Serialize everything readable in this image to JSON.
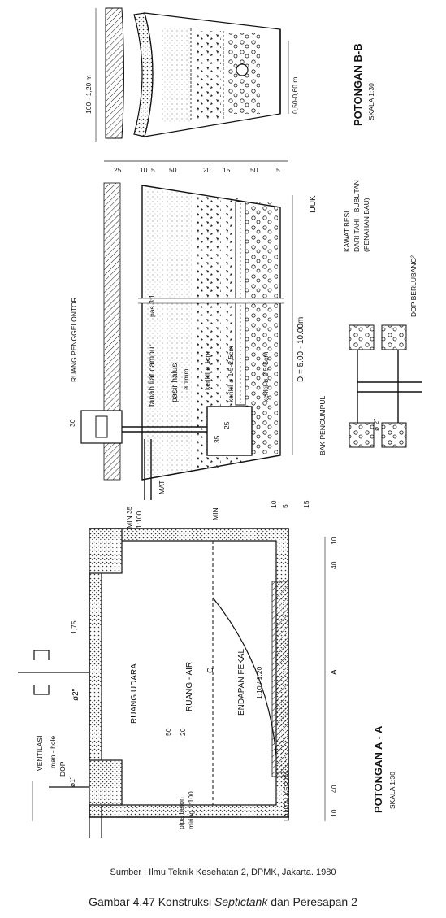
{
  "section_bb": {
    "title": "POTONGAN  B-B",
    "scale": "SKALA  1:30",
    "dim_height": "100 - 1,20 m",
    "dim_width": "0,50-0,60 m",
    "dims": [
      "25",
      "10",
      "5",
      "50",
      "20",
      "15",
      "50",
      "5"
    ]
  },
  "profile": {
    "ijuk": "IJUK",
    "pas": "pas 3:1",
    "tanah_liat": "tanah liat campur",
    "pasir_halus": "pasir halus",
    "pasir_size": "ø 1mm",
    "kerikil_1": "kerikil ø 1cm",
    "kerikil_2": "kerikil ø 1,5-2,5cm",
    "kerikil_3": "kerikil ø 2,5-5cm",
    "length": "D = 5.00 - 10.00m",
    "ruang_penggelontor": "RUANG PENGGELONTOR",
    "bak_pengumpul": "BAK PENGUMPUL",
    "mat": "MAT",
    "min": "MIN",
    "d30": "30",
    "d25": "25",
    "d35": "35",
    "d10": "10",
    "d5": "5",
    "d15": "15"
  },
  "fitting": {
    "kawat": "KAWAT BESI",
    "dari": "DARI TAHI - BUBUTAN",
    "penahan": "(PENAHAN BAU)",
    "dop": "DOP BERLUBANG²",
    "phi2": "ø 2\""
  },
  "section_aa": {
    "title": "POTONGAN  A - A",
    "scale": "SKALA  1:30",
    "ventilasi": "VENTILASI",
    "phi2": "ø2\"",
    "man_hole": "man - hole",
    "dop": "DOP",
    "phi1": "ø1\"",
    "d175": "1,75",
    "ruang_udara": "RUANG UDARA",
    "ruang_air": "RUANG - AIR",
    "c": "C",
    "endapan": "ENDAPAN FEKAL",
    "ratio": "1:10 / 1:20",
    "lantai": "LANTAI KERJA",
    "pipa": "pipa beton",
    "miring": "miring 1:100",
    "min35": "MIN 35",
    "slope": "1:100",
    "a": "A",
    "d40": "40",
    "d10": "10",
    "d50": "50",
    "d20": "20"
  },
  "source": "Sumber : Ilmu Teknik Kesehatan 2, DPMK, Jakarta. 1980",
  "caption": {
    "prefix": "Gambar 4.47 Konstruksi ",
    "italic": "Septictank",
    "suffix": " dan Peresapan 2"
  }
}
